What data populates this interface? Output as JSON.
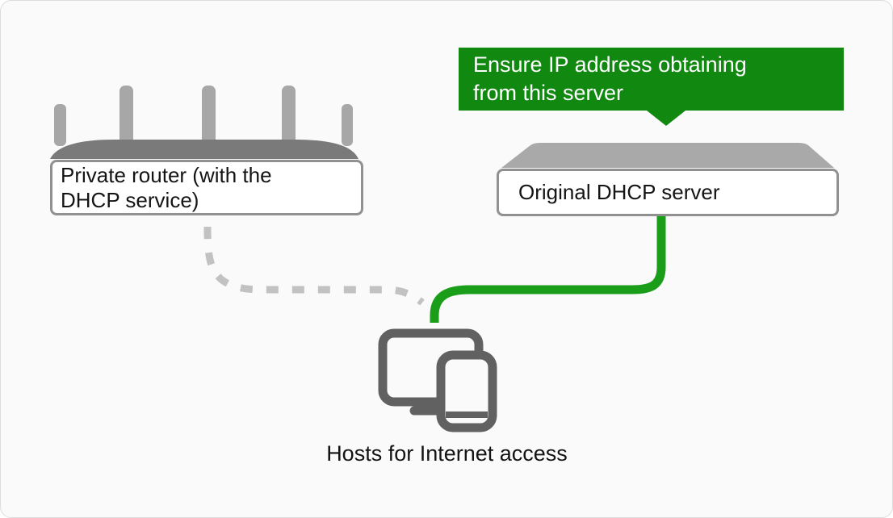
{
  "callout": {
    "line1": "Ensure IP address obtaining",
    "line2": "from this server",
    "bg_color": "#118911",
    "text_color": "#ffffff"
  },
  "router": {
    "label_line1": "Private router (with the",
    "label_line2": "DHCP service)"
  },
  "server": {
    "label": "Original DHCP server"
  },
  "hosts": {
    "caption": "Hosts for Internet access"
  },
  "icons": {
    "router": "wireless-router-icon",
    "server": "server-appliance-icon",
    "hosts": "monitor-and-phone-icon"
  },
  "links": {
    "router_to_hosts": {
      "style": "dashed",
      "color": "#c2c2c2"
    },
    "server_to_hosts": {
      "style": "solid",
      "color": "#1a9e1a"
    }
  },
  "colors": {
    "canvas_bg": "#fafafa",
    "router_body": "#7a7a7a",
    "router_antenna": "#a7a7a7",
    "server_body": "#a9a9a9",
    "icon_stroke": "#616161",
    "label_border": "#919191",
    "text": "#141414"
  }
}
